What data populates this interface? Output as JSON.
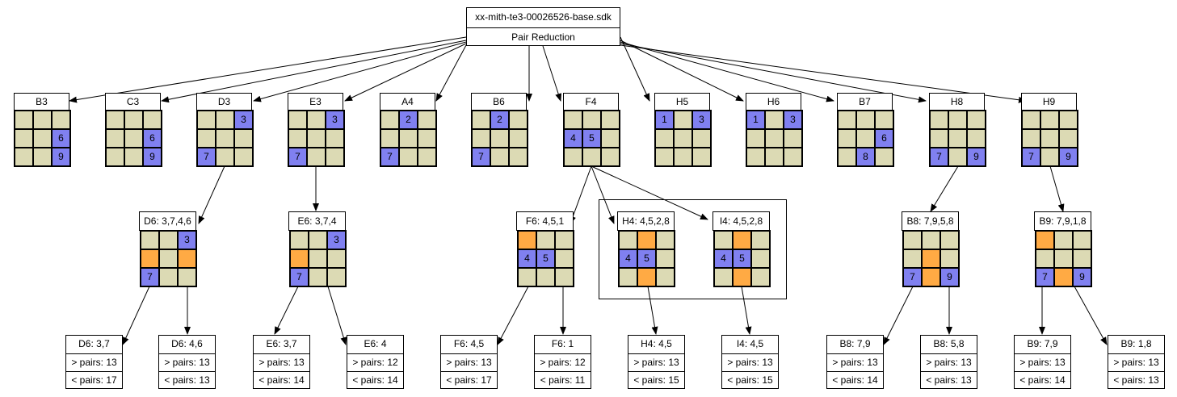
{
  "root": {
    "title": "xx-mith-te3-00026526-base.sdk",
    "subtitle": "Pair Reduction"
  },
  "level1": [
    {
      "label": "B3",
      "cells": [
        "",
        "",
        "",
        "",
        "",
        "6",
        "",
        "",
        "9"
      ]
    },
    {
      "label": "C3",
      "cells": [
        "",
        "",
        "",
        "",
        "",
        "6",
        "",
        "",
        "9"
      ]
    },
    {
      "label": "D3",
      "cells": [
        "",
        "",
        "3",
        "",
        "",
        "",
        "7",
        "",
        ""
      ]
    },
    {
      "label": "E3",
      "cells": [
        "",
        "",
        "3",
        "",
        "",
        "",
        "7",
        "",
        ""
      ]
    },
    {
      "label": "A4",
      "cells": [
        "",
        "2",
        "",
        "",
        "",
        "",
        "7",
        "",
        ""
      ]
    },
    {
      "label": "B6",
      "cells": [
        "",
        "2",
        "",
        "",
        "",
        "",
        "7",
        "",
        ""
      ]
    },
    {
      "label": "F4",
      "cells": [
        "",
        "",
        "",
        "4",
        "5",
        "",
        "",
        "",
        ""
      ]
    },
    {
      "label": "H5",
      "cells": [
        "1",
        "",
        "3",
        "",
        "",
        "",
        "",
        "",
        ""
      ]
    },
    {
      "label": "H6",
      "cells": [
        "1",
        "",
        "3",
        "",
        "",
        "",
        "",
        "",
        ""
      ]
    },
    {
      "label": "B7",
      "cells": [
        "",
        "",
        "",
        "",
        "",
        "6",
        "",
        "8",
        ""
      ]
    },
    {
      "label": "H8",
      "cells": [
        "",
        "",
        "",
        "",
        "",
        "",
        "7",
        "",
        "9"
      ]
    },
    {
      "label": "H9",
      "cells": [
        "",
        "",
        "",
        "",
        "",
        "",
        "7",
        "",
        "9"
      ]
    }
  ],
  "level2": [
    {
      "label": "D6: 3,7,4,6",
      "cells": [
        "",
        "",
        "3",
        "",
        "",
        "",
        "7",
        "",
        ""
      ],
      "hl": [
        3,
        5
      ]
    },
    {
      "label": "E6: 3,7,4",
      "cells": [
        "",
        "",
        "3",
        "",
        "",
        "",
        "7",
        "",
        ""
      ],
      "hl": [
        3
      ]
    },
    {
      "label": "F6: 4,5,1",
      "cells": [
        "",
        "",
        "",
        "4",
        "5",
        "",
        "",
        "",
        ""
      ],
      "hl": [
        0
      ]
    },
    {
      "label": "H4: 4,5,2,8",
      "cells": [
        "",
        "",
        "",
        "4",
        "5",
        "",
        "",
        "",
        ""
      ],
      "hl": [
        1,
        7
      ]
    },
    {
      "label": "I4: 4,5,2,8",
      "cells": [
        "",
        "",
        "",
        "4",
        "5",
        "",
        "",
        "",
        ""
      ],
      "hl": [
        1,
        7
      ]
    },
    {
      "label": "B8: 7,9,5,8",
      "cells": [
        "",
        "",
        "",
        "",
        "",
        "",
        "7",
        "",
        "9"
      ],
      "hl": [
        4,
        7
      ]
    },
    {
      "label": "B9: 7,9,1,8",
      "cells": [
        "",
        "",
        "",
        "",
        "",
        "",
        "7",
        "",
        "9"
      ],
      "hl": [
        0,
        7
      ]
    }
  ],
  "level3": [
    {
      "label": "D6: 3,7",
      "gt": "> pairs: 13",
      "lt": "< pairs: 17"
    },
    {
      "label": "D6: 4,6",
      "gt": "> pairs: 13",
      "lt": "< pairs: 13"
    },
    {
      "label": "E6: 3,7",
      "gt": "> pairs: 13",
      "lt": "< pairs: 14"
    },
    {
      "label": "E6: 4",
      "gt": "> pairs: 12",
      "lt": "< pairs: 14"
    },
    {
      "label": "F6: 4,5",
      "gt": "> pairs: 13",
      "lt": "< pairs: 17"
    },
    {
      "label": "F6: 1",
      "gt": "> pairs: 12",
      "lt": "< pairs: 11"
    },
    {
      "label": "H4: 4,5",
      "gt": "> pairs: 13",
      "lt": "< pairs: 15"
    },
    {
      "label": "I4: 4,5",
      "gt": "> pairs: 13",
      "lt": "< pairs: 15"
    },
    {
      "label": "B8: 7,9",
      "gt": "> pairs: 13",
      "lt": "< pairs: 14"
    },
    {
      "label": "B8: 5,8",
      "gt": "> pairs: 13",
      "lt": "< pairs: 13"
    },
    {
      "label": "B9: 7,9",
      "gt": "> pairs: 13",
      "lt": "< pairs: 14"
    },
    {
      "label": "B9: 1,8",
      "gt": "> pairs: 13",
      "lt": "< pairs: 13"
    }
  ],
  "colors": {
    "given": "#8080f0",
    "highlight": "#ffaa44",
    "empty": "#dcdab4"
  }
}
